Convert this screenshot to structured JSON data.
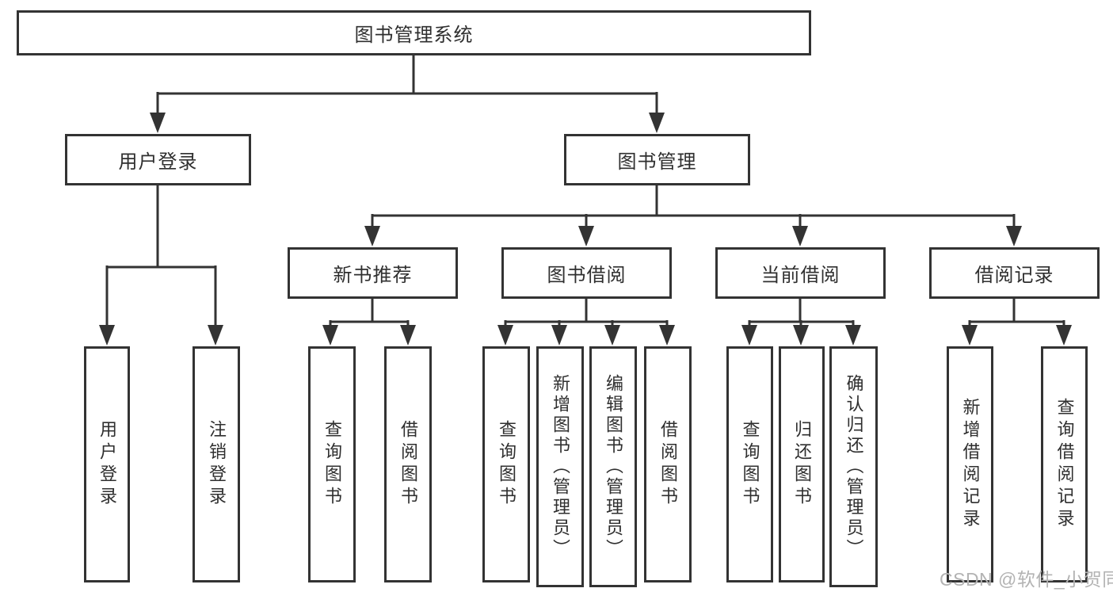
{
  "diagram": {
    "type": "hierarchy-tree",
    "root": {
      "label": "图书管理系统"
    },
    "level2": [
      {
        "label": "用户登录"
      },
      {
        "label": "图书管理"
      }
    ],
    "level3": [
      {
        "label": "新书推荐",
        "parent": "图书管理"
      },
      {
        "label": "图书借阅",
        "parent": "图书管理"
      },
      {
        "label": "当前借阅",
        "parent": "图书管理"
      },
      {
        "label": "借阅记录",
        "parent": "图书管理"
      }
    ],
    "leaves": [
      {
        "label": "用户登录",
        "parent": "用户登录"
      },
      {
        "label": "注销登录",
        "parent": "用户登录"
      },
      {
        "label": "查询图书",
        "parent": "新书推荐"
      },
      {
        "label": "借阅图书",
        "parent": "新书推荐"
      },
      {
        "label": "查询图书",
        "parent": "图书借阅"
      },
      {
        "label": "新增图书（管理员）",
        "parent": "图书借阅"
      },
      {
        "label": "编辑图书（管理员）",
        "parent": "图书借阅"
      },
      {
        "label": "借阅图书",
        "parent": "图书借阅"
      },
      {
        "label": "查询图书",
        "parent": "当前借阅"
      },
      {
        "label": "归还图书",
        "parent": "当前借阅"
      },
      {
        "label": "确认归还（管理员）",
        "parent": "当前借阅"
      },
      {
        "label": "新增借阅记录",
        "parent": "借阅记录"
      },
      {
        "label": "查询借阅记录",
        "parent": "借阅记录"
      }
    ],
    "colors": {
      "line": "#333333",
      "box_border": "#333333",
      "box_fill": "#ffffff",
      "text": "#2f2f2f",
      "background": "#ffffff",
      "watermark": "#b3b3b3"
    }
  },
  "watermark": {
    "text": "CSDN @软件_小贺同学"
  }
}
